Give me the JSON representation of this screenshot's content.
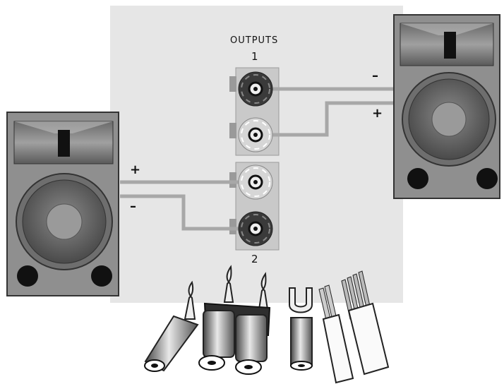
{
  "panel": {
    "label": "OUTPUTS",
    "channel_1": "1",
    "channel_2": "2"
  },
  "polarity": {
    "right_top": "–",
    "right_bottom": "+",
    "left_top": "+",
    "left_bottom": "–"
  },
  "colors": {
    "panel": "#e6e6e6",
    "cabinet": "#8f8f8f",
    "cable": "#a8a8a8",
    "terminal_block": "#c9c9c9",
    "negative_post": "#3a3a3a",
    "positive_post": "#d6d6d6"
  },
  "connectors": [
    "banana-plug",
    "dual-banana-plug",
    "spade-lug",
    "bare-wire-pair",
    "bare-wire-strands"
  ]
}
